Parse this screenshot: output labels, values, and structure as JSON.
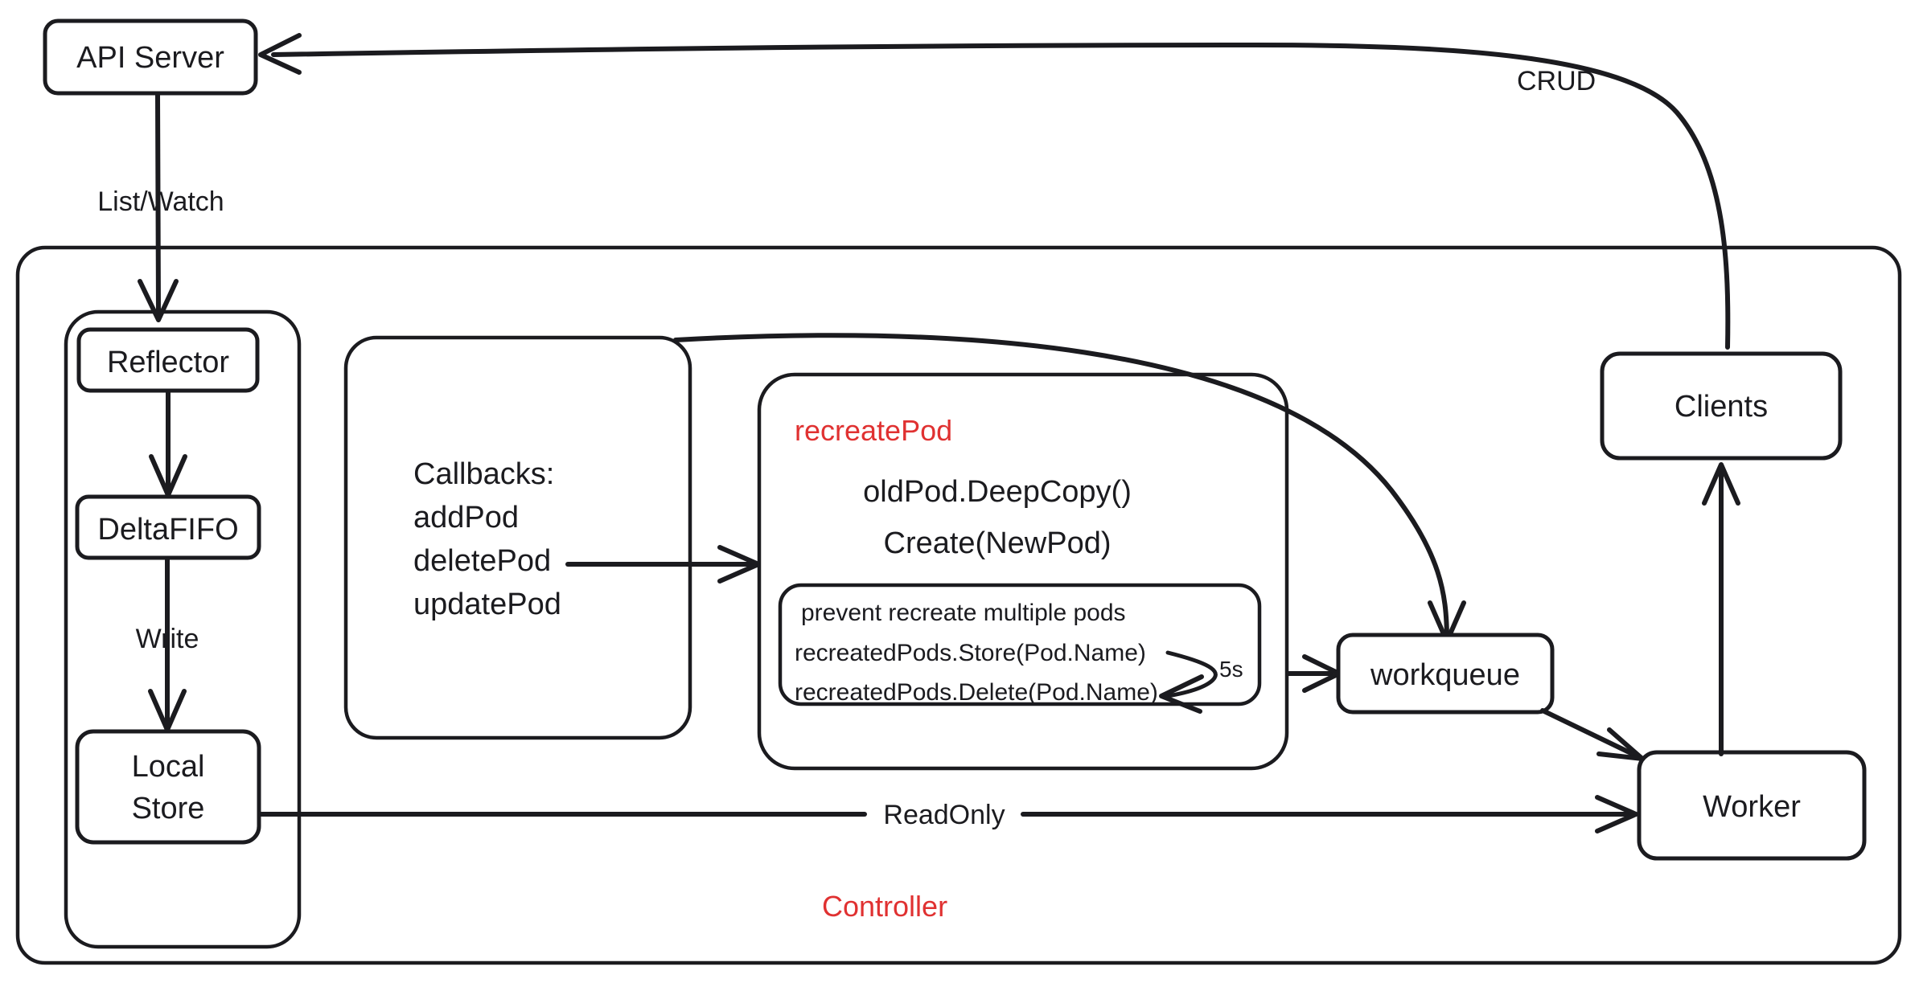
{
  "diagram": {
    "title": "Kubernetes Controller / Informer flow",
    "accent_color": "#e03131",
    "line_color": "#1b1b1f",
    "background_color": "#ffffff"
  },
  "nodes": {
    "api_server": "API Server",
    "reflector": "Reflector",
    "deltafifo": "DeltaFIFO",
    "local_store_line1": "Local",
    "local_store_line2": "Store",
    "workqueue": "workqueue",
    "worker": "Worker",
    "clients": "Clients"
  },
  "groups": {
    "controller": "Controller",
    "recreate_pod": "recreatePod"
  },
  "callbacks": {
    "heading": "Callbacks:",
    "items": [
      "addPod",
      "deletePod",
      "updatePod"
    ]
  },
  "recreate_pod_body": {
    "line1": "oldPod.DeepCopy()",
    "line2": "Create(NewPod)"
  },
  "prevent_box": {
    "note": "prevent recreate multiple pods",
    "store_call": "recreatedPods.Store(Pod.Name)",
    "delete_call": "recreatedPods.Delete(Pod.Name)",
    "delay_label": "5s"
  },
  "edge_labels": {
    "crud": "CRUD",
    "list_watch": "List/Watch",
    "write": "Write",
    "read_only": "ReadOnly"
  }
}
